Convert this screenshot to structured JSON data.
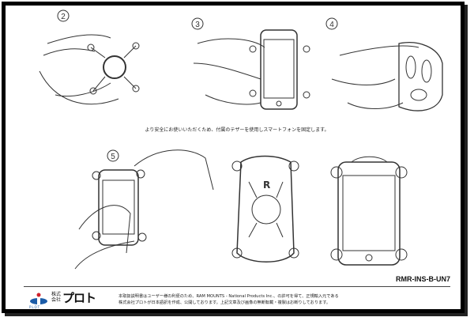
{
  "steps": [
    {
      "number": "2"
    },
    {
      "number": "3"
    },
    {
      "number": "4"
    },
    {
      "number": "5"
    }
  ],
  "caption": "より安全にお使いいただくため、付属のテザーを使用しスマートフォンを固定します。",
  "doc_code": "RMR-INS-B-UN7",
  "footer": {
    "logo_sub": "株式会社",
    "brand": "プロト",
    "logo_mark_text": "PLOT",
    "notice_line1": "本取扱説明書はユーザー様の利便のため、RAM MOUNTS - National Products Inc.、の許可を得て、正規輸入元である",
    "notice_line2": "株式会社プロトが日本語訳を作成、公開しております。上記文章及び画像の無断転載・複製はお断りしております。"
  },
  "colors": {
    "logo_blue": "#1b5ca8",
    "logo_red": "#d0202a"
  }
}
